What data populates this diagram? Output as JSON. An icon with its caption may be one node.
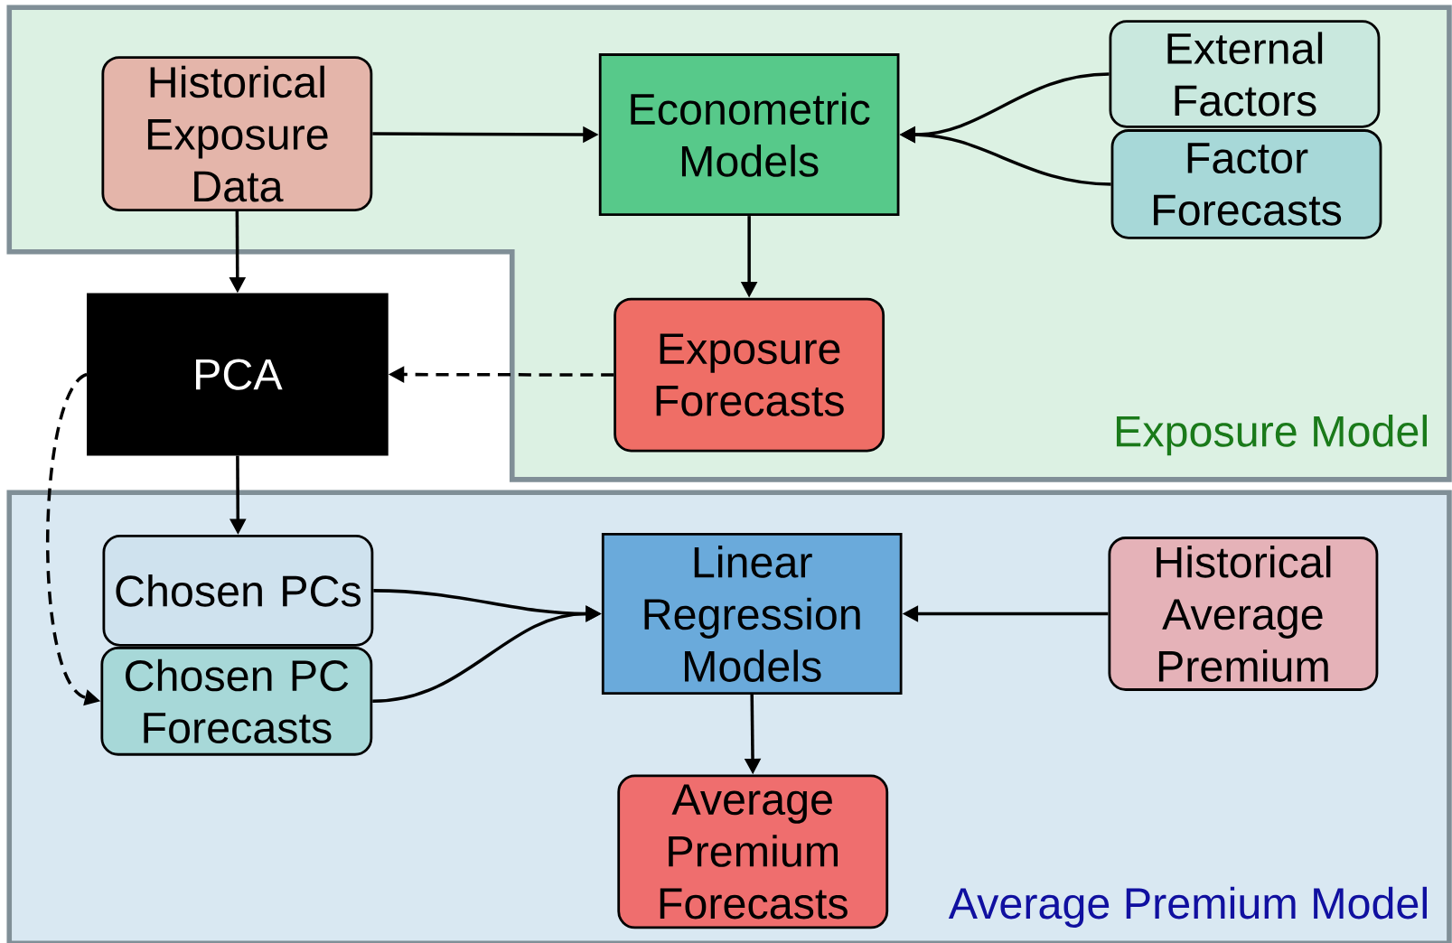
{
  "diagram": {
    "nodes": [
      {
        "text": [
          "Exposure Model"
        ]
      },
      {
        "text": [
          "Historical Exposure Data"
        ],
        "in": 0
      },
      {
        "text": [
          "Econometric Models"
        ],
        "in": 0
      },
      {
        "text": [
          "External Factors"
        ],
        "in": 0
      },
      {
        "text": [
          "Factor Forecasts"
        ],
        "in": 0
      },
      {
        "text": [
          "Exposure Forecasts"
        ],
        "in": 0
      },
      {
        "text": [
          "PCA"
        ]
      },
      {
        "text": [
          "Average Premium Model"
        ]
      },
      {
        "text": [
          "Chosen PCs"
        ],
        "in": 7
      },
      {
        "text": [
          "Chosen PC Forecasts"
        ],
        "in": 7
      },
      {
        "text": [
          "Linear Regression Models"
        ],
        "in": 7
      },
      {
        "text": [
          "Historical Average Premium"
        ],
        "in": 7
      },
      {
        "text": [
          "Average Premium Forecasts"
        ],
        "in": 7
      }
    ],
    "edges": [
      {
        "from": 1,
        "to": 2,
        "arrow": "to"
      },
      {
        "from": 3,
        "to": 2,
        "arrow": "to"
      },
      {
        "from": 4,
        "to": 2,
        "arrow": "to"
      },
      {
        "from": 2,
        "to": 5,
        "arrow": "to"
      },
      {
        "from": 1,
        "to": 6,
        "arrow": "to"
      },
      {
        "from": 5,
        "to": 6,
        "arrow": "to",
        "style": "dashed"
      },
      {
        "from": 6,
        "to": 8,
        "arrow": "to"
      },
      {
        "from": 6,
        "to": 9,
        "arrow": "to",
        "style": "dashed"
      },
      {
        "from": 8,
        "to": 10,
        "arrow": "to"
      },
      {
        "from": 9,
        "to": 10,
        "arrow": "to"
      },
      {
        "from": 11,
        "to": 10,
        "arrow": "to"
      },
      {
        "from": 10,
        "to": 12,
        "arrow": "to"
      }
    ]
  }
}
